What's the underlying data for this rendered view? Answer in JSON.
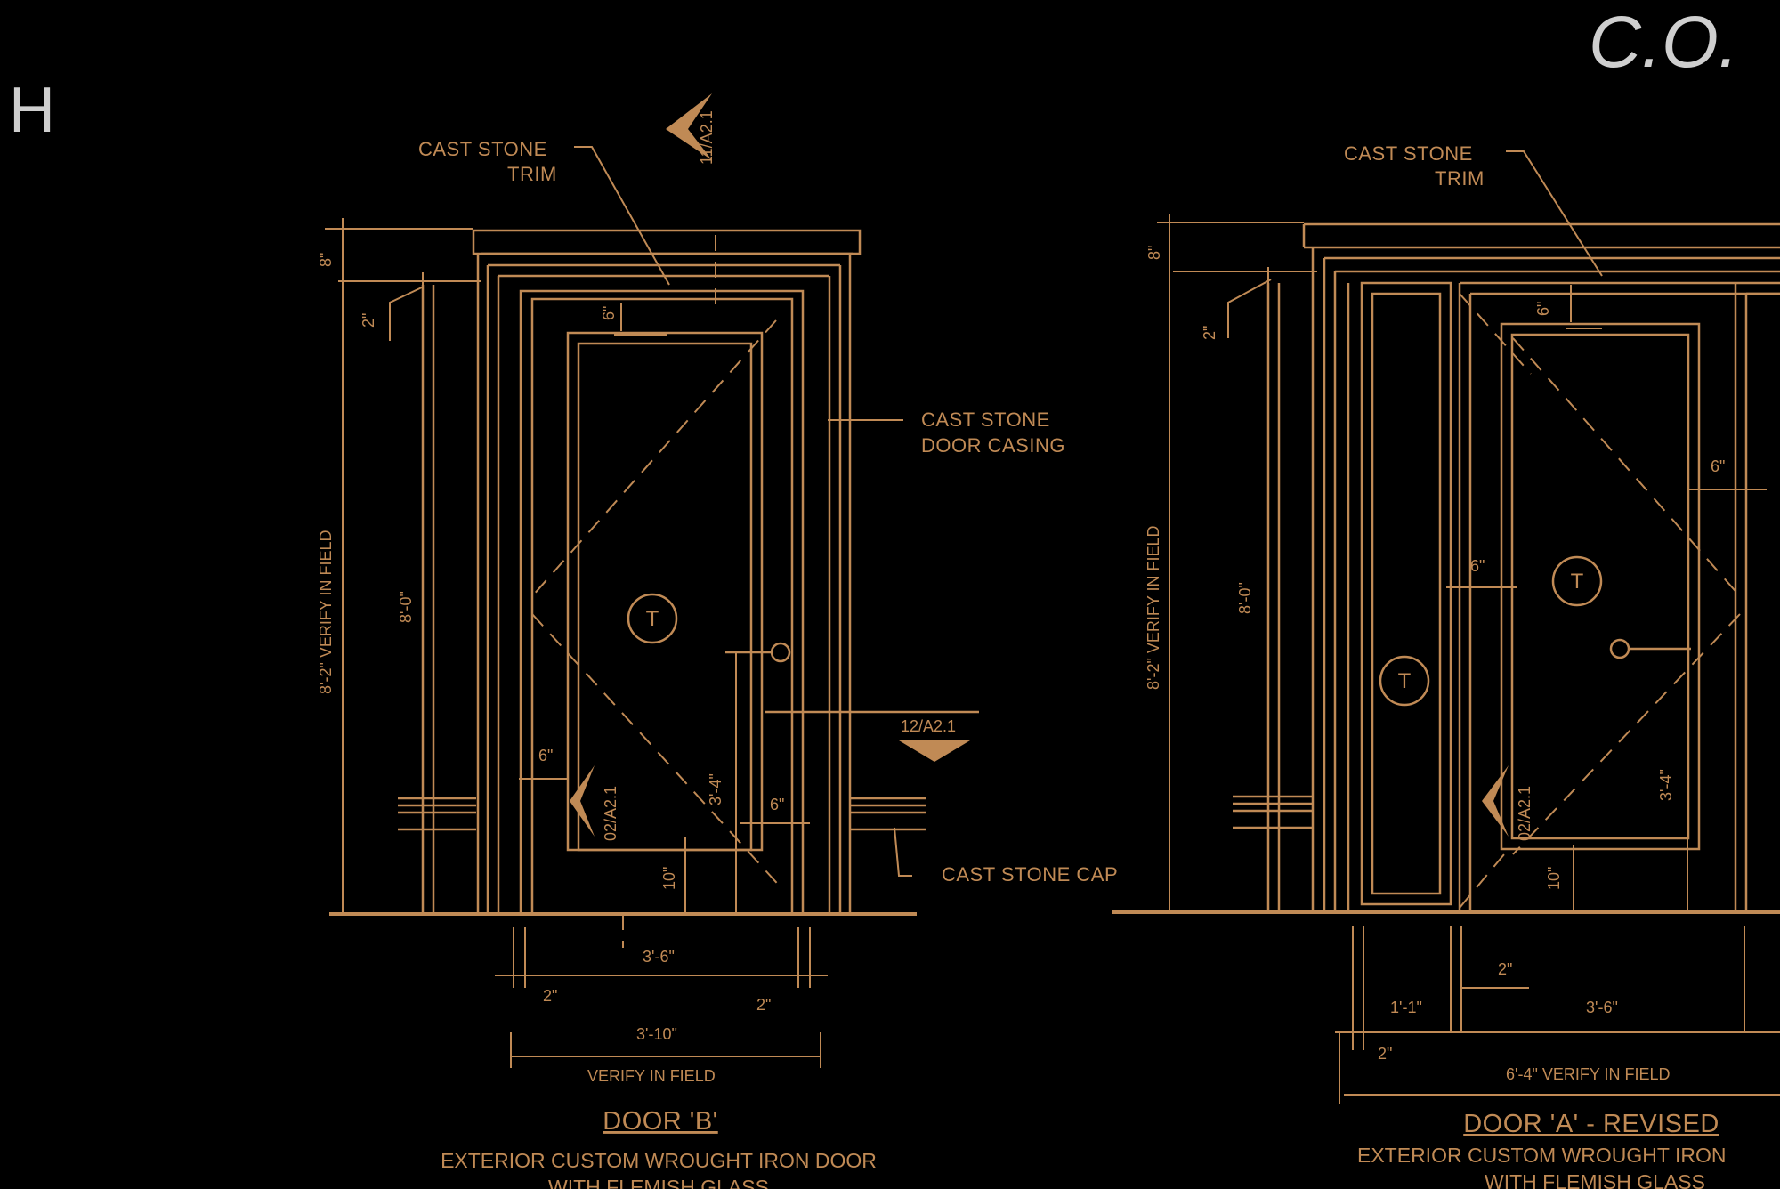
{
  "colors": {
    "background": "#000000",
    "ink": "#c08a55",
    "hand": "#cfcfcf"
  },
  "sheet_mark": "H",
  "handwriting": "C.O.",
  "door_b": {
    "trim_label_1": "CAST STONE",
    "trim_label_2": "TRIM",
    "casing_label_1": "CAST STONE",
    "casing_label_2": "DOOR CASING",
    "cap_label": "CAST STONE CAP",
    "section_top": "11/A2.1",
    "section_right": "12/A2.1",
    "section_left": "02/A2.1",
    "dim_top": "8\"",
    "dim_head": "2\"",
    "dim_frame_top": "6\"",
    "dim_overall": "8'-2\" VERIFY IN FIELD",
    "dim_height": "8'-0\"",
    "dim_side": "6\"",
    "dim_handle": "3'-4\"",
    "dim_right": "6\"",
    "dim_bottom": "10\"",
    "dim_door_width": "3'-6\"",
    "dim_jamb_left": "2\"",
    "dim_jamb_right": "2\"",
    "dim_total_width": "3'-10\"",
    "verify": "VERIFY IN FIELD",
    "tag": "T",
    "title": "DOOR 'B'",
    "subtitle_1": "EXTERIOR CUSTOM WROUGHT IRON DOOR",
    "subtitle_2": "WITH FLEMISH GLASS"
  },
  "door_a": {
    "trim_label_1": "CAST STONE",
    "trim_label_2": "TRIM",
    "section_left": "02/A2.1",
    "dim_top": "8\"",
    "dim_head": "2\"",
    "dim_frame_top": "6\"",
    "dim_overall": "8'-2\" VERIFY IN FIELD",
    "dim_height": "8'-0\"",
    "dim_side": "6\"",
    "dim_right": "6\"",
    "dim_handle": "3'-4\"",
    "dim_bottom": "10\"",
    "dim_jamb": "2\"",
    "dim_sidelite": "1'-1\"",
    "dim_door_width": "3'-6\"",
    "dim_left_small": "2\"",
    "verify": "6'-4\" VERIFY IN FIELD",
    "tag_sidelite": "T",
    "tag_door": "T",
    "title": "DOOR 'A' - REVISED",
    "subtitle_1": "EXTERIOR CUSTOM WROUGHT IRON",
    "subtitle_2": "WITH FLEMISH GLASS"
  }
}
